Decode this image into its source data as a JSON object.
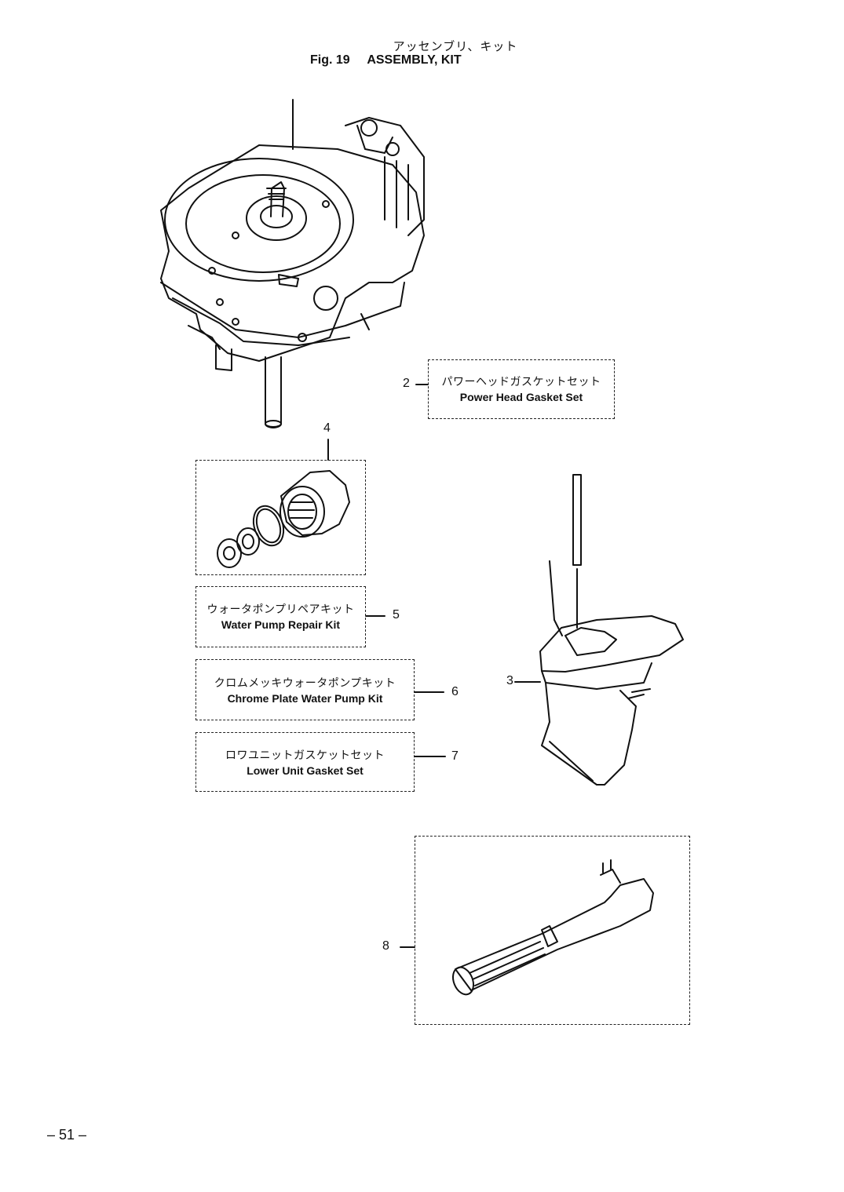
{
  "figure": {
    "title_jp": "アッセンブリ、キット",
    "number": "Fig. 19",
    "title_en": "ASSEMBLY, KIT"
  },
  "items": [
    {
      "no": "2",
      "jp": "パワーヘッドガスケットセット",
      "en": "Power Head Gasket Set"
    },
    {
      "no": "3"
    },
    {
      "no": "4"
    },
    {
      "no": "5",
      "jp": "ウォータポンプリペアキット",
      "en": "Water Pump Repair Kit"
    },
    {
      "no": "6",
      "jp": "クロムメッキウォータポンプキット",
      "en": "Chrome Plate Water Pump Kit"
    },
    {
      "no": "7",
      "jp": "ロワユニットガスケットセット",
      "en": "Lower Unit Gasket Set"
    },
    {
      "no": "8"
    }
  ],
  "page_number": "– 51 –"
}
